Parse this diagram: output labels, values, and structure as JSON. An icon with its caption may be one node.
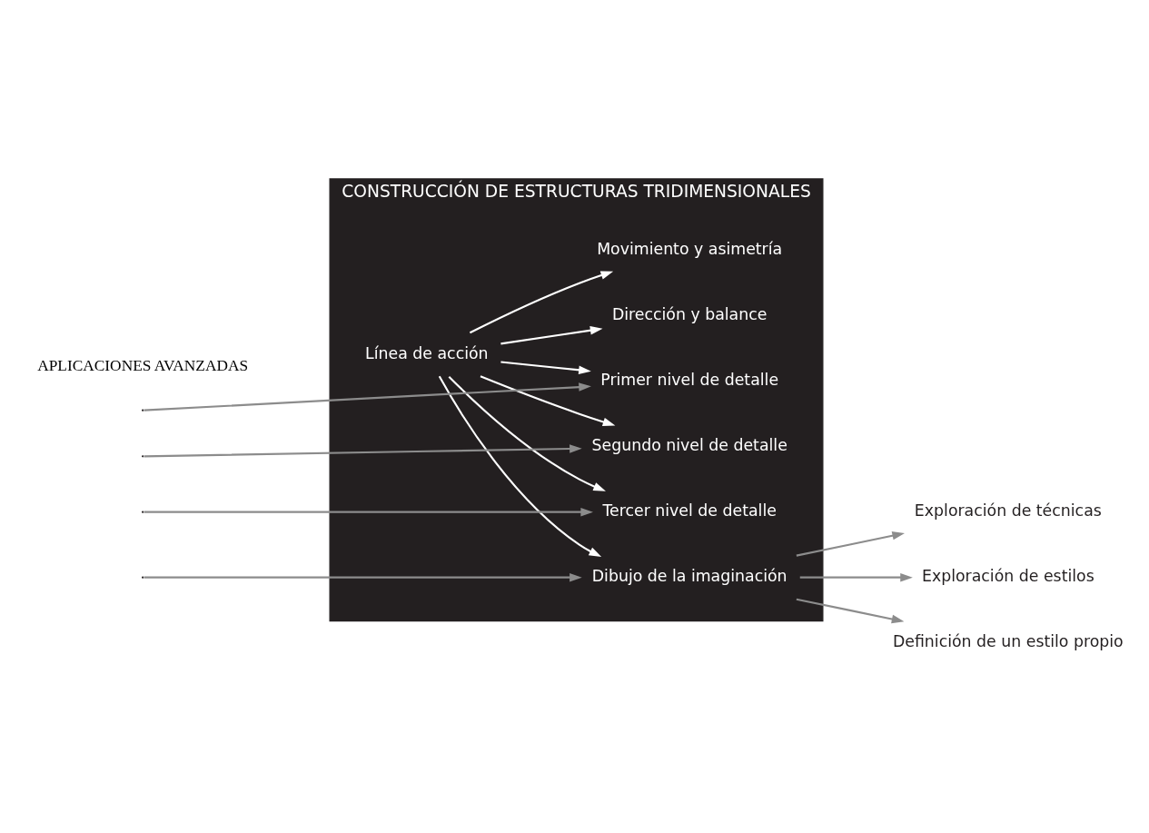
{
  "diagram": {
    "nodes": [
      {
        "text": [
          "CONSTRUCCIÓN DE ESTRUCTURAS TRIDIMENSIONALES"
        ]
      },
      {
        "text": [
          "Línea de acción"
        ],
        "in": 0
      },
      {
        "text": [
          "Primer nivel de detalle"
        ],
        "in": 0
      },
      {
        "text": [
          "Segundo nivel de detalle"
        ],
        "in": 0
      },
      {
        "text": [
          "Tercer nivel de detalle"
        ],
        "in": 0
      },
      {
        "text": [
          "Dirección y balance"
        ],
        "in": 0
      },
      {
        "text": [
          "Movimiento y asimetría"
        ],
        "in": 0
      },
      {
        "text": [
          "Dibujo de la imaginación"
        ],
        "in": 0
      },
      {
        "text": [
          "Exploración de técnicas"
        ]
      },
      {
        "text": [
          "Exploración de estilos"
        ]
      },
      {
        "text": [
          "Definición de un estilo propio"
        ]
      }
    ],
    "edges": [
      {
        "from": null,
        "to": 2,
        "arrow": "to"
      },
      {
        "from": null,
        "to": 3,
        "arrow": "to"
      },
      {
        "from": null,
        "to": 4,
        "arrow": "to"
      },
      {
        "from": null,
        "to": 7,
        "arrow": "to"
      },
      {
        "from": 1,
        "to": 2,
        "arrow": "to",
        "color": "#ffffff"
      },
      {
        "from": 1,
        "to": 3,
        "arrow": "to",
        "color": "#ffffff"
      },
      {
        "from": 1,
        "to": 4,
        "arrow": "to",
        "color": "#ffffff"
      },
      {
        "from": 1,
        "to": 5,
        "arrow": "to",
        "color": "#ffffff"
      },
      {
        "from": 1,
        "to": 6,
        "arrow": "to",
        "color": "#ffffff"
      },
      {
        "from": 1,
        "to": 7,
        "arrow": "to",
        "color": "#ffffff"
      },
      {
        "from": 7,
        "to": 8,
        "arrow": "to"
      },
      {
        "from": 7,
        "to": 9,
        "arrow": "to"
      },
      {
        "from": 7,
        "to": 10,
        "arrow": "to"
      }
    ],
    "labels": [
      "APLICACIONES AVANZADAS"
    ]
  }
}
